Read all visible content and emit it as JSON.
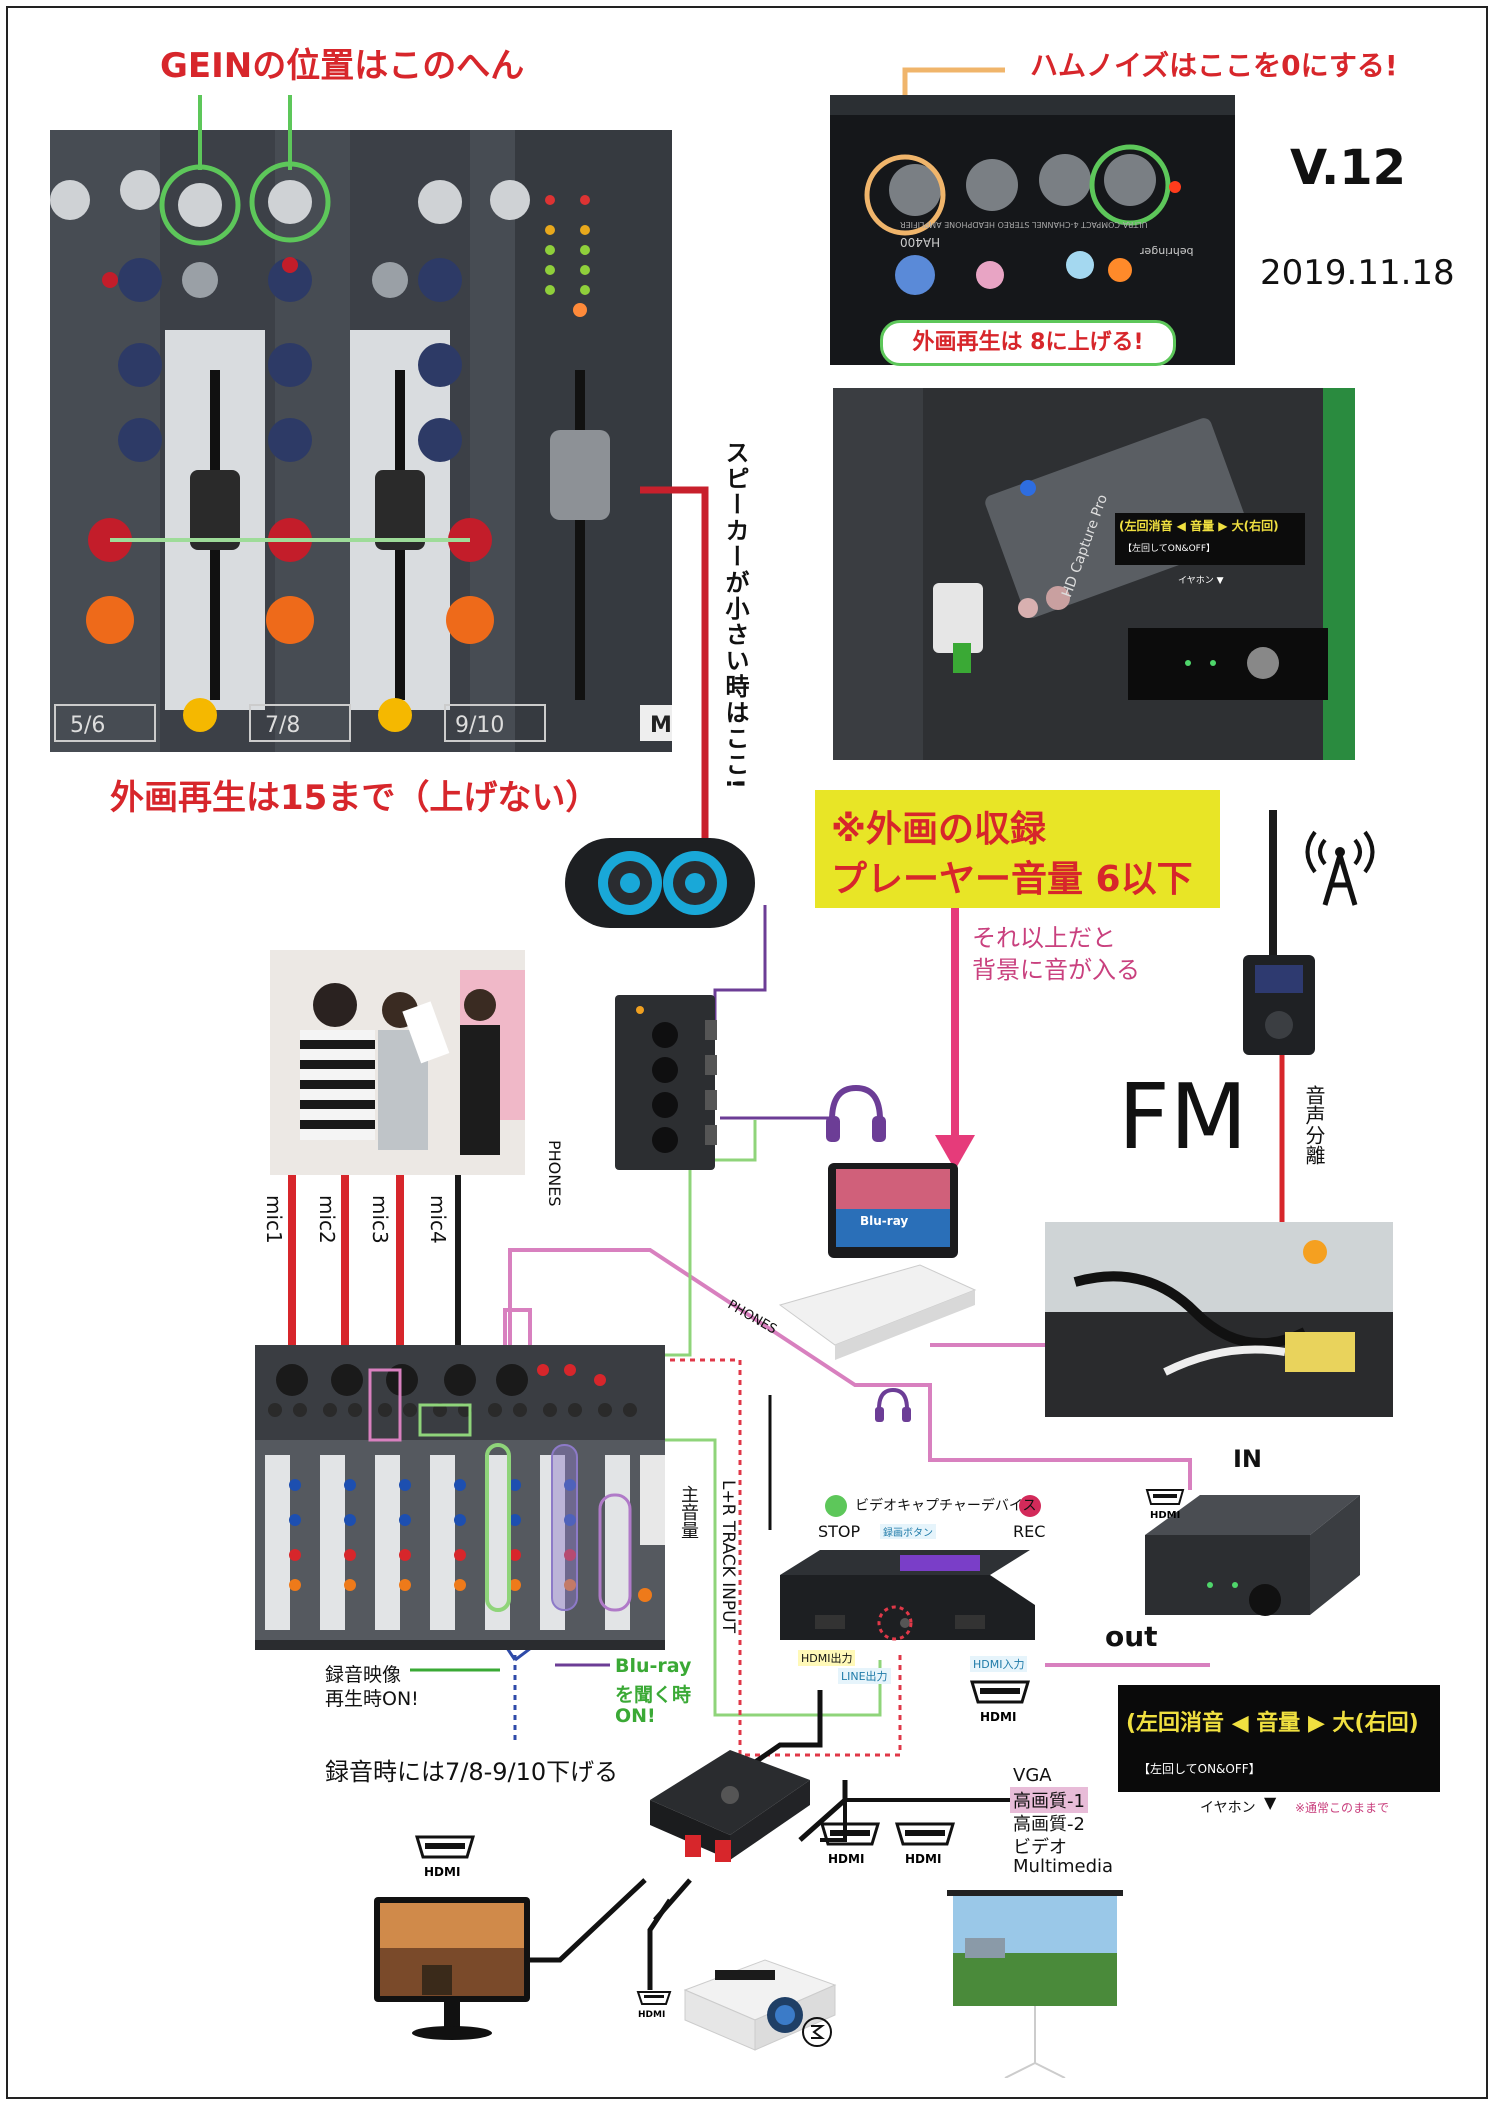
{
  "header": {
    "gain_title": "GEINの位置はこのへん",
    "hum_title": "ハムノイズはここを0にする!",
    "version": "V.12",
    "date": "2019.11.18"
  },
  "mixer_photo": {
    "strip_labels": [
      "5/6",
      "7/8",
      "9/10",
      "M"
    ],
    "caption": "外画再生は15まで（上げない）"
  },
  "headphone_amp_photo": {
    "caption": "外画再生は 8に上げる!",
    "brand": "behringer",
    "model": "HA400",
    "sub_text": "ULTRA-COMPACT 4-CHANNEL STEREO HEADPHONE AMPLIFIER"
  },
  "capture_photo": {
    "device_text": "HD Capture Pro",
    "overlay_line1": "(左回消音 ◀ 音量 ▶ 大(右回)",
    "overlay_line2": "【左回してON&OFF】",
    "overlay_line3": "イヤホン ▼"
  },
  "speaker_note": "スピーカーが小さい時はここ!",
  "yellow_note": {
    "line1": "※外画の収録",
    "line2": "プレーヤー音量 6以下"
  },
  "pink_note": {
    "line1": "それ以上だと",
    "line2": "背景に音が入る"
  },
  "fm": {
    "label": "FM",
    "vertical_note": "音声分離"
  },
  "phones_label_1": "PHONES",
  "phones_label_2": "PHONES",
  "mics": [
    "mic1",
    "mic2",
    "mic3",
    "mic4"
  ],
  "mixer_main_label": "主音量",
  "track_input_label": "L+R TRACK INPUT",
  "capture_device": {
    "title": "ビデオキャプチャーデバイス",
    "stop": "STOP",
    "rec": "REC",
    "record_button": "録画ボタン",
    "hdmi_out": "HDMI出力",
    "line_out": "LINE出力",
    "hdmi_in": "HDMI入力"
  },
  "rec_video_label": {
    "line1": "録音映像",
    "line2": "再生時ON!"
  },
  "bluray_label": {
    "line1": "Blu-ray",
    "line2": "を聞く時",
    "line3": "ON!"
  },
  "record_note": "録音時には7/8-9/10下げる",
  "extractor": {
    "in_label": "IN",
    "out_label": "out"
  },
  "black_box": {
    "line1": "(左回消音 ◀ 音量 ▶ 大(右回)",
    "line2": "【左回してON&OFF】",
    "earphone": "イヤホン",
    "note": "※通常このままで"
  },
  "hdmi_labels": [
    "HDMI",
    "HDMI",
    "HDMI",
    "HDMI",
    "HDMI",
    "HDMI"
  ],
  "projector_modes": [
    "VGA",
    "高画質-1",
    "高画質-2",
    "ビデオ",
    "Multimedia"
  ],
  "colors": {
    "red": "#d7262b",
    "pink": "#c9407e",
    "green": "#3aa935",
    "purple": "#6c3d96",
    "light_green": "#8fd47a",
    "yellow": "#e6e020",
    "mint": "#9edc99",
    "blue_dot": "#2e4aa8"
  }
}
